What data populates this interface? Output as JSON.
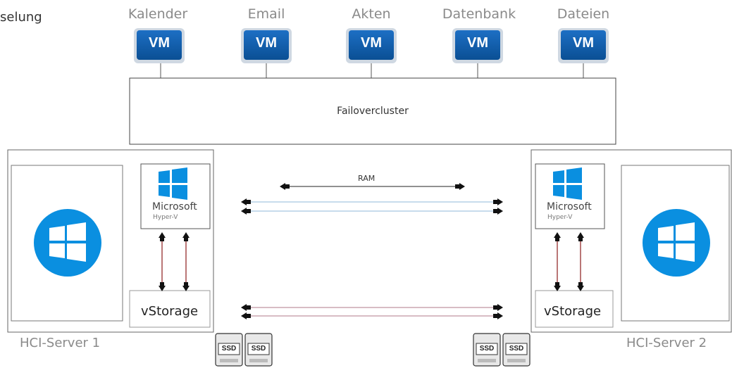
{
  "corner_text": "selung",
  "vms": [
    {
      "label": "Kalender",
      "badge": "VM"
    },
    {
      "label": "Email",
      "badge": "VM"
    },
    {
      "label": "Akten",
      "badge": "VM"
    },
    {
      "label": "Datenbank",
      "badge": "VM"
    },
    {
      "label": "Dateien",
      "badge": "VM"
    }
  ],
  "cluster_label": "Failovercluster",
  "servers": [
    {
      "label": "HCI-Server 1",
      "ms_title": "Microsoft",
      "ms_sub": "Hyper-V",
      "storage": "vStorage"
    },
    {
      "label": "HCI-Server 2",
      "ms_title": "Microsoft",
      "ms_sub": "Hyper-V",
      "storage": "vStorage"
    }
  ],
  "ram_label": "RAM",
  "ssd_label": "SSD",
  "colors": {
    "vm_blue": "#0b5aa8",
    "windows_blue": "#0a8fe0",
    "arrow_red": "#8b1a1a",
    "link_blue": "#8fb8d8"
  },
  "icons": [
    "windows-logo-icon",
    "vm-icon",
    "ssd-icon"
  ]
}
